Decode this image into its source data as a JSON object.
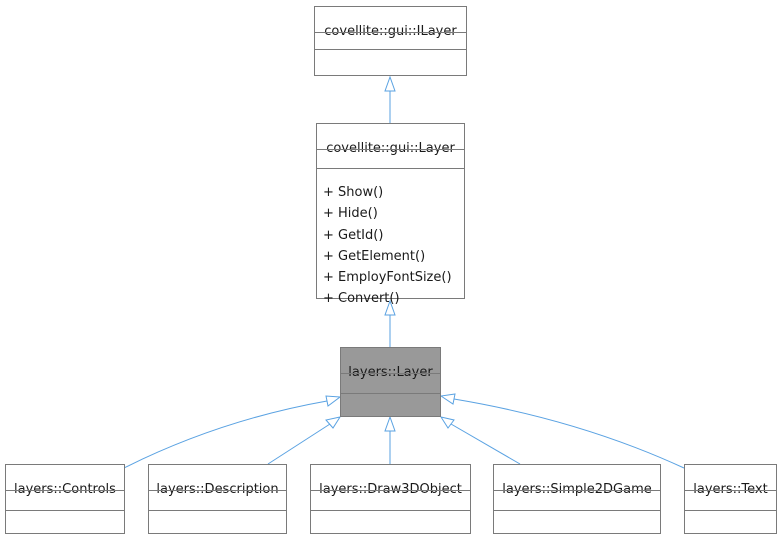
{
  "classes": {
    "ilayer": {
      "name": "covellite::gui::ILayer"
    },
    "gui_layer": {
      "name": "covellite::gui::Layer",
      "methods": [
        {
          "visibility": "+",
          "name": "Show()"
        },
        {
          "visibility": "+",
          "name": "Hide()"
        },
        {
          "visibility": "+",
          "name": "GetId()"
        },
        {
          "visibility": "+",
          "name": "GetElement()"
        },
        {
          "visibility": "+",
          "name": "EmployFontSize()"
        },
        {
          "visibility": "+",
          "name": "Convert()"
        }
      ]
    },
    "layers_layer": {
      "name": "layers::Layer"
    },
    "controls": {
      "name": "layers::Controls"
    },
    "description": {
      "name": "layers::Description"
    },
    "draw3dobject": {
      "name": "layers::Draw3DObject"
    },
    "simple2dgame": {
      "name": "layers::Simple2DGame"
    },
    "text": {
      "name": "layers::Text"
    }
  },
  "colors": {
    "edge": "#5aa2e2",
    "current_fill": "#999999",
    "border": "#7a7a7a"
  }
}
